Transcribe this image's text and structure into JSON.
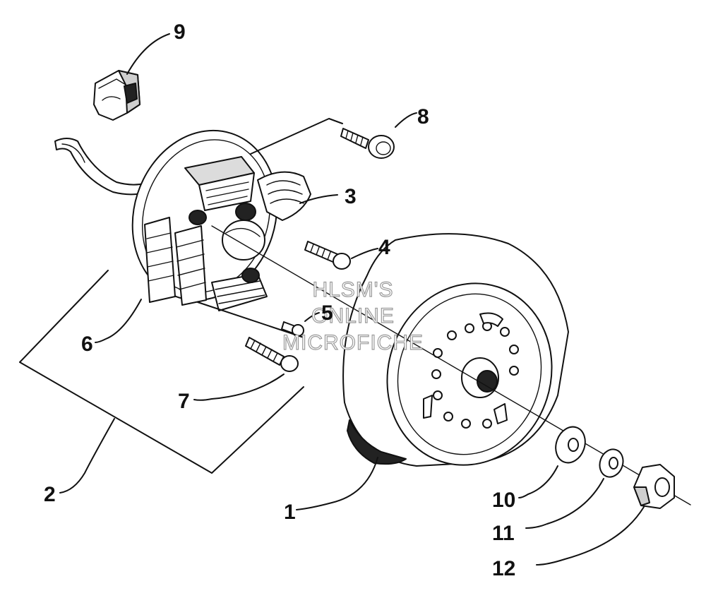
{
  "diagram": {
    "callouts": {
      "c1": "1",
      "c2": "2",
      "c3": "3",
      "c4": "4",
      "c5": "5",
      "c6": "6",
      "c7": "7",
      "c8": "8",
      "c9": "9",
      "c10": "10",
      "c11": "11",
      "c12": "12"
    },
    "watermark": {
      "line1": "HLSM'S",
      "line2": "ONLINE",
      "line3": "MICROFICHE"
    }
  }
}
